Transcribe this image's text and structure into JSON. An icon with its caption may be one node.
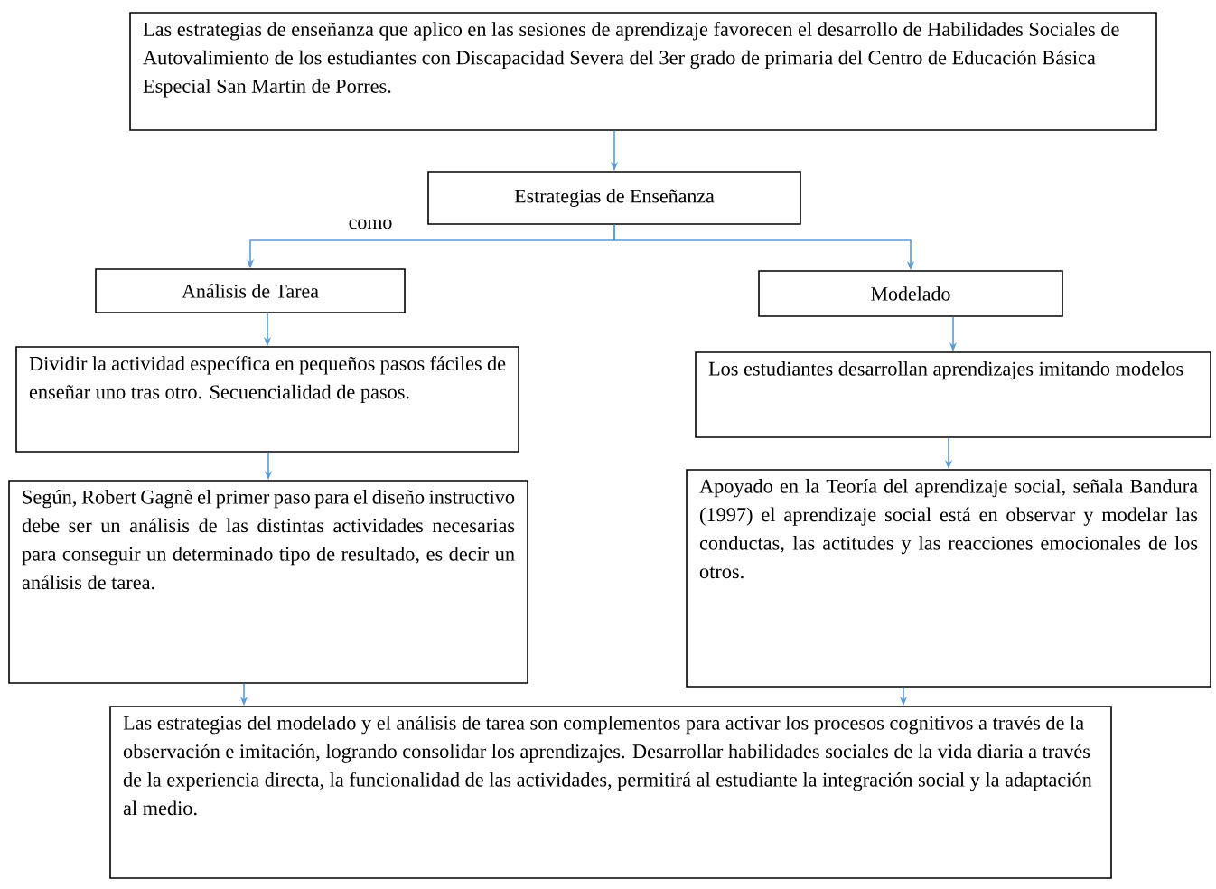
{
  "diagram": {
    "nodes": [
      {
        "text": [
          "Las estrategias de enseñanza que aplico en las sesiones de aprendizaje favorecen el desarrollo de Habilidades Sociales de Autovalimiento de los estudiantes con Discapacidad Severa del 3er grado de primaria del Centro de Educación Básica Especial San Martin de Porres."
        ]
      },
      {
        "text": [
          "Estrategias de Enseñanza"
        ]
      },
      {
        "text": [
          "Análisis de Tarea"
        ]
      },
      {
        "text": [
          "Modelado"
        ]
      },
      {
        "text": [
          "Dividir la actividad específica en pequeños pasos fáciles de enseñar uno tras otro. Secuencialidad de pasos."
        ]
      },
      {
        "text": [
          "Los estudiantes desarrollan aprendizajes imitando modelos"
        ]
      },
      {
        "text": [
          "Según, Robert Gagnè el primer paso para el diseño instructivo debe ser un análisis de las distintas actividades necesarias para conseguir un determinado tipo de resultado, es decir un análisis de tarea."
        ]
      },
      {
        "text": [
          "Apoyado en la Teoría del aprendizaje social, señala Bandura (1997) el aprendizaje social está en observar y modelar las conductas, las actitudes y las reacciones emocionales de los otros."
        ]
      },
      {
        "text": [
          "Las estrategias del modelado y el análisis de tarea son complementos para activar los procesos cognitivos a través de la observación e imitación, logrando consolidar los aprendizajes. Desarrollar habilidades sociales de la vida diaria a través de la experiencia directa, la funcionalidad de las actividades, permitirá al estudiante la integración social y la adaptación al medio."
        ]
      }
    ],
    "edges": [
      {
        "from": 0,
        "to": 1,
        "arrow": "to"
      },
      {
        "from": 1,
        "to": 2,
        "arrow": "to"
      },
      {
        "from": 1,
        "to": 3,
        "arrow": "to"
      },
      {
        "from": 2,
        "to": 4,
        "arrow": "to"
      },
      {
        "from": 3,
        "to": 5,
        "arrow": "to"
      },
      {
        "from": 4,
        "to": 6,
        "arrow": "to"
      },
      {
        "from": 5,
        "to": 7,
        "arrow": "to"
      },
      {
        "from": 6,
        "to": 8,
        "arrow": "to"
      },
      {
        "from": 7,
        "to": 8,
        "arrow": "to"
      }
    ],
    "labels": [
      "como"
    ]
  }
}
